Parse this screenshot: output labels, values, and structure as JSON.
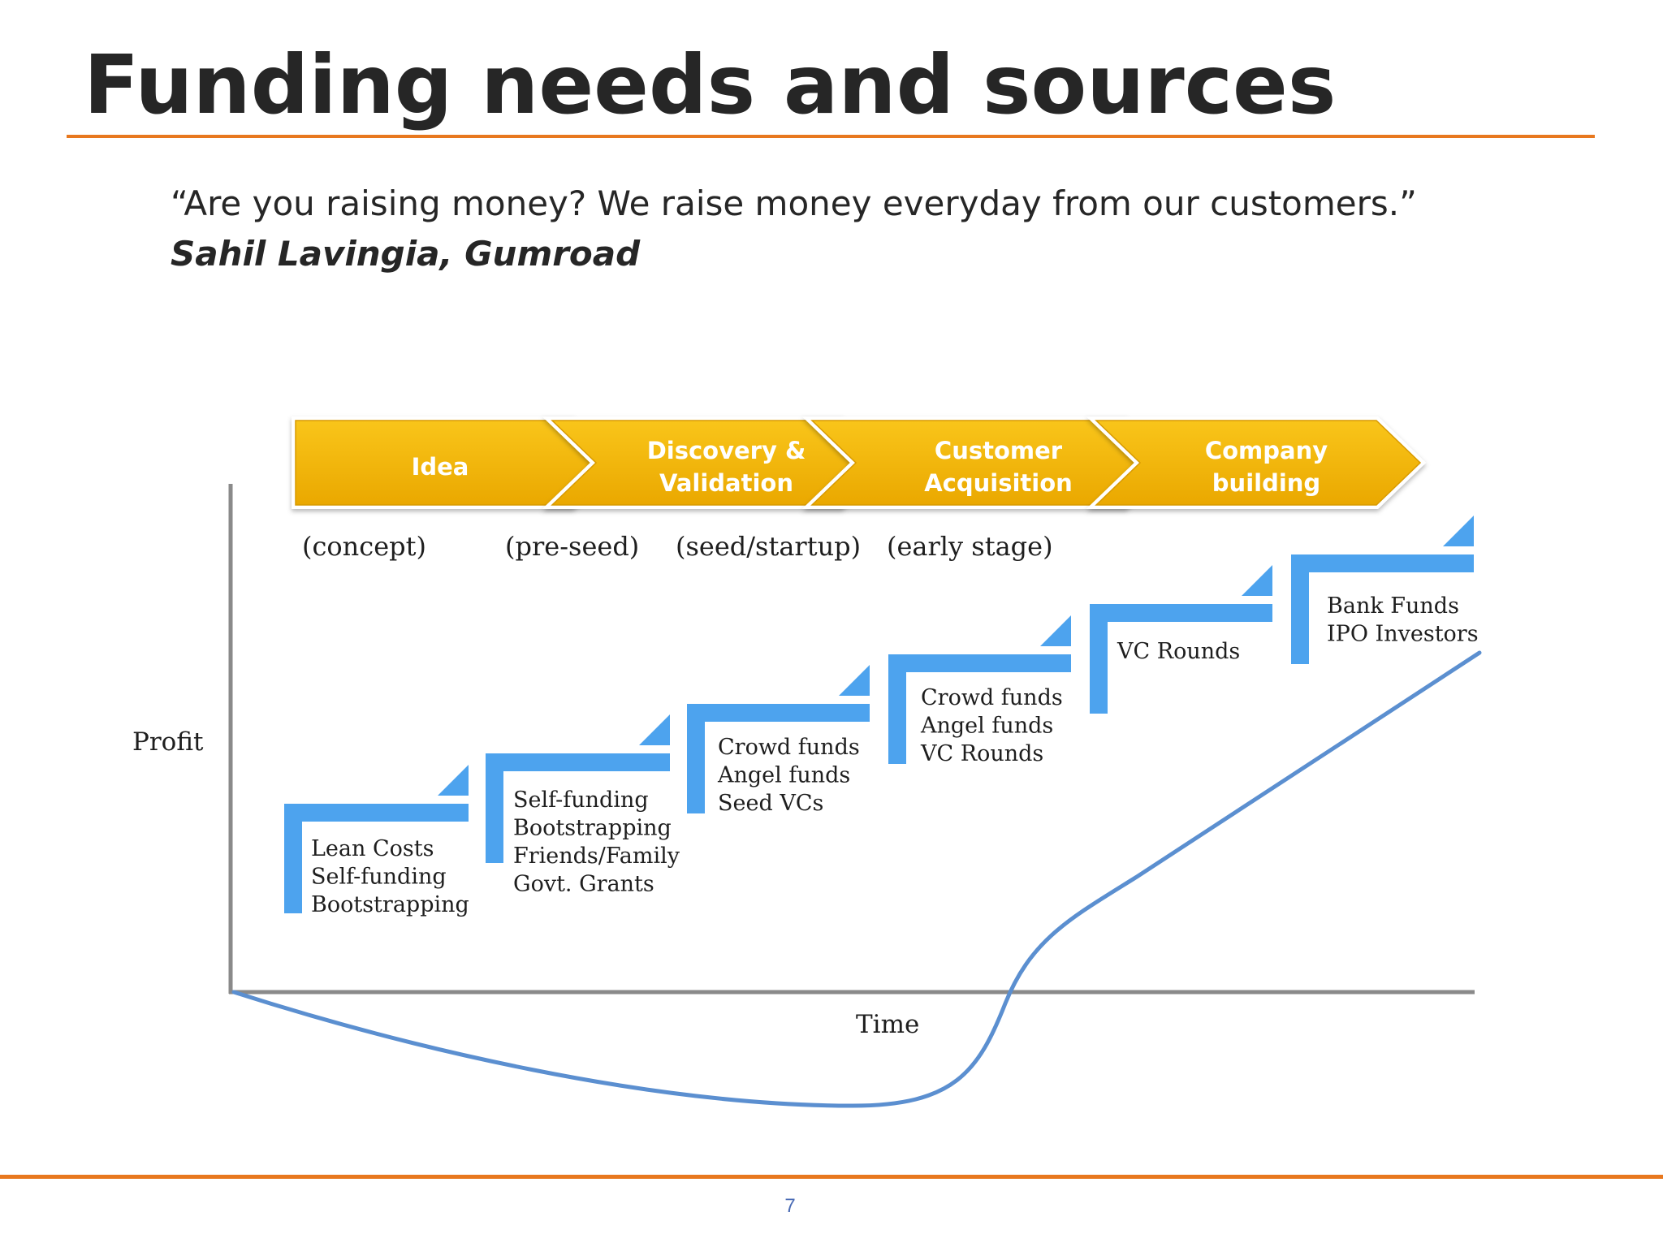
{
  "slide": {
    "title": "Funding needs and sources",
    "quote": "“Are you raising money? We raise money everyday from our customers.”",
    "author": "Sahil Lavingia, Gumroad",
    "page_number": "7"
  },
  "diagram": {
    "stages": [
      {
        "lines": [
          "Idea"
        ]
      },
      {
        "lines": [
          "Discovery &",
          "Validation"
        ]
      },
      {
        "lines": [
          "Customer",
          "Acquisition"
        ]
      },
      {
        "lines": [
          "Company",
          "building"
        ]
      }
    ],
    "stage_labels": [
      "(concept)",
      "(pre-seed)",
      "(seed/startup)",
      "(early stage)"
    ],
    "steps": [
      {
        "lines": [
          "Lean Costs",
          "Self-funding",
          "Bootstrapping"
        ]
      },
      {
        "lines": [
          "Self-funding",
          "Bootstrapping",
          "Friends/Family",
          "Govt. Grants"
        ]
      },
      {
        "lines": [
          "Crowd funds",
          "Angel funds",
          "Seed VCs"
        ]
      },
      {
        "lines": [
          "Crowd funds",
          "Angel funds",
          "VC Rounds"
        ]
      },
      {
        "lines": [
          "VC Rounds"
        ]
      },
      {
        "lines": [
          "Bank Funds",
          "IPO Investors"
        ]
      }
    ],
    "y_axis_label": "Profit",
    "x_axis_label": "Time",
    "colors": {
      "chevron": "#f5b800",
      "chevron_dark": "#d89a00",
      "step": "#4da3ee",
      "curve": "#5b8fd0",
      "axis": "#8a8a8a",
      "accent": "#e8781e"
    }
  }
}
